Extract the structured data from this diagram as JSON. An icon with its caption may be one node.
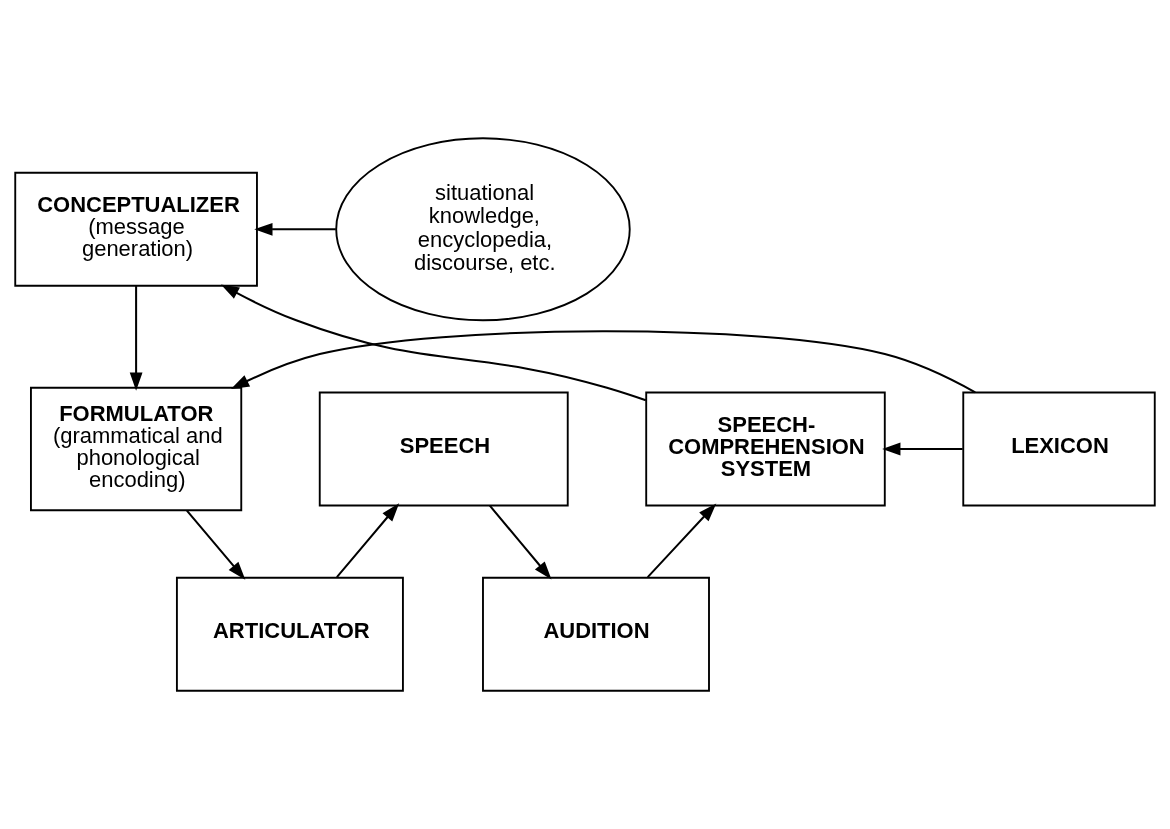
{
  "diagram": {
    "nodes": [
      {
        "text": [
          "CONCEPTUALIZER",
          "(message generation)"
        ]
      },
      {
        "text": [
          "situational knowledge, encyclopedia, discourse, etc."
        ]
      },
      {
        "text": [
          "FORMULATOR",
          "(grammatical and phonological encoding)"
        ]
      },
      {
        "text": [
          "LEXICON"
        ]
      },
      {
        "text": [
          "SPEECH-COMPREHENSION SYSTEM"
        ]
      },
      {
        "text": [
          "ARTICULATOR"
        ]
      },
      {
        "text": [
          "AUDITION"
        ]
      },
      {
        "text": [
          "SPEECH"
        ]
      }
    ],
    "edges": [
      {
        "from": 1,
        "to": 0,
        "arrow": "to"
      },
      {
        "from": 4,
        "to": 0,
        "arrow": "to"
      },
      {
        "from": 0,
        "to": 2,
        "arrow": "to"
      },
      {
        "from": 3,
        "to": 2,
        "arrow": "to"
      },
      {
        "from": 3,
        "to": 4,
        "arrow": "to"
      },
      {
        "from": 2,
        "to": 5,
        "arrow": "to"
      },
      {
        "from": 5,
        "to": 7,
        "arrow": "to"
      },
      {
        "from": 7,
        "to": 6,
        "arrow": "to"
      },
      {
        "from": 6,
        "to": 4,
        "arrow": "to"
      }
    ]
  }
}
